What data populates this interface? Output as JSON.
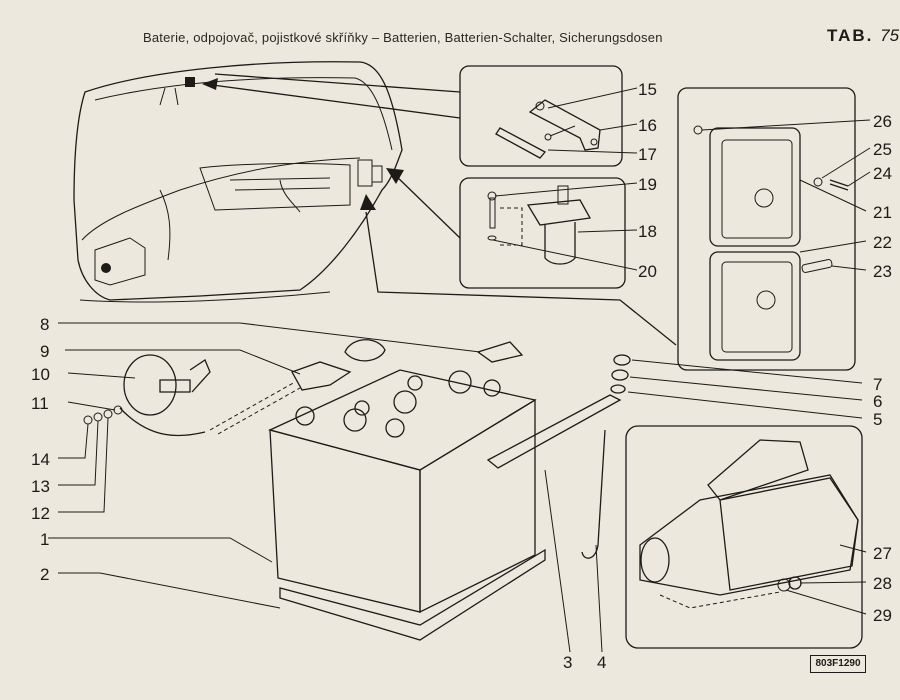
{
  "header": {
    "title": "Baterie, odpojovač, pojistkové skříňky – Batterien, Batterien-Schalter, Sicherungsdosen",
    "tab_label": "TAB.",
    "tab_number": "75"
  },
  "labels": {
    "n1": "1",
    "n2": "2",
    "n3": "3",
    "n4": "4",
    "n5": "5",
    "n6": "6",
    "n7": "7",
    "n8": "8",
    "n9": "9",
    "n10": "10",
    "n11": "11",
    "n12": "12",
    "n13": "13",
    "n14": "14",
    "n15": "15",
    "n16": "16",
    "n17": "17",
    "n18": "18",
    "n19": "19",
    "n20": "20",
    "n21": "21",
    "n22": "22",
    "n23": "23",
    "n24": "24",
    "n25": "25",
    "n26": "26",
    "n27": "27",
    "n28": "28",
    "n29": "29"
  },
  "drawing_code": "803F1290",
  "colors": {
    "paper": "#ece8dd",
    "ink": "#1d1b18",
    "tone": "#9a958b"
  }
}
